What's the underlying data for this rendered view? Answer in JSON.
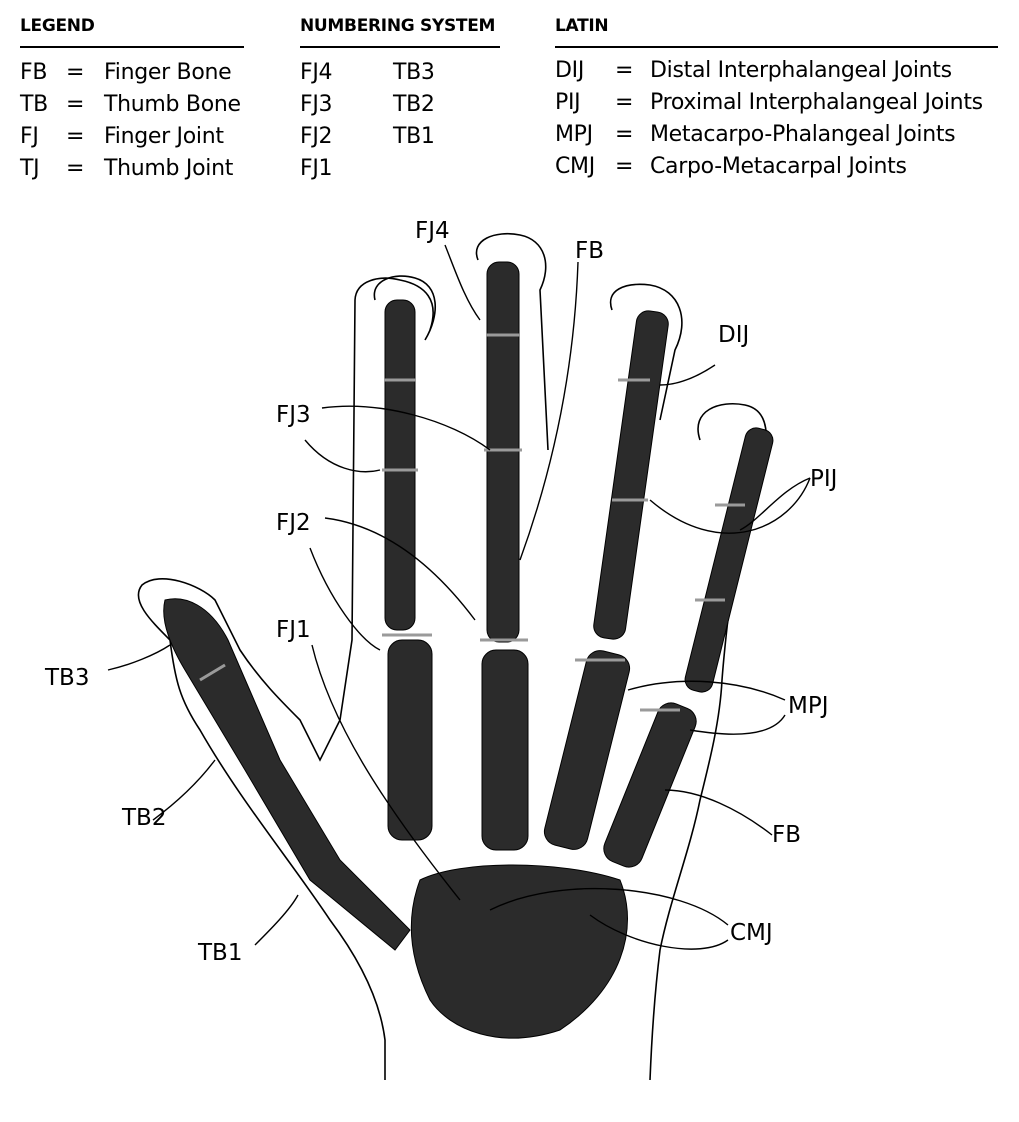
{
  "legend": {
    "title": "LEGEND",
    "items": [
      {
        "abbr": "FB",
        "eq": "=",
        "desc": "Finger Bone"
      },
      {
        "abbr": "TB",
        "eq": "=",
        "desc": "Thumb Bone"
      },
      {
        "abbr": "FJ",
        "eq": "=",
        "desc": "Finger Joint"
      },
      {
        "abbr": "TJ",
        "eq": "=",
        "desc": "Thumb Joint"
      }
    ]
  },
  "numbering": {
    "title": "NUMBERING SYSTEM",
    "col1": [
      "FJ4",
      "FJ3",
      "FJ2",
      "FJ1"
    ],
    "col2": [
      "TB3",
      "TB2",
      "TB1"
    ]
  },
  "latin": {
    "title": "LATIN",
    "items": [
      {
        "abbr": "DIJ",
        "eq": "=",
        "desc": "Distal Interphalangeal Joints"
      },
      {
        "abbr": "PIJ",
        "eq": "=",
        "desc": "Proximal Interphalangeal Joints"
      },
      {
        "abbr": "MPJ",
        "eq": "=",
        "desc": "Metacarpo-Phalangeal Joints"
      },
      {
        "abbr": "CMJ",
        "eq": "=",
        "desc": "Carpo-Metacarpal Joints"
      }
    ]
  },
  "labels": {
    "fj4": "FJ4",
    "fb_top": "FB",
    "dij": "DIJ",
    "fj3": "FJ3",
    "pij": "PIJ",
    "fj2": "FJ2",
    "fj1": "FJ1",
    "tb3": "TB3",
    "mpj": "MPJ",
    "tb2": "TB2",
    "fb_bottom": "FB",
    "cmj": "CMJ",
    "tb1": "TB1"
  },
  "colors": {
    "bone": "#2b2b2b",
    "bone_joint": "#9a9a9a",
    "outline": "#000000"
  }
}
